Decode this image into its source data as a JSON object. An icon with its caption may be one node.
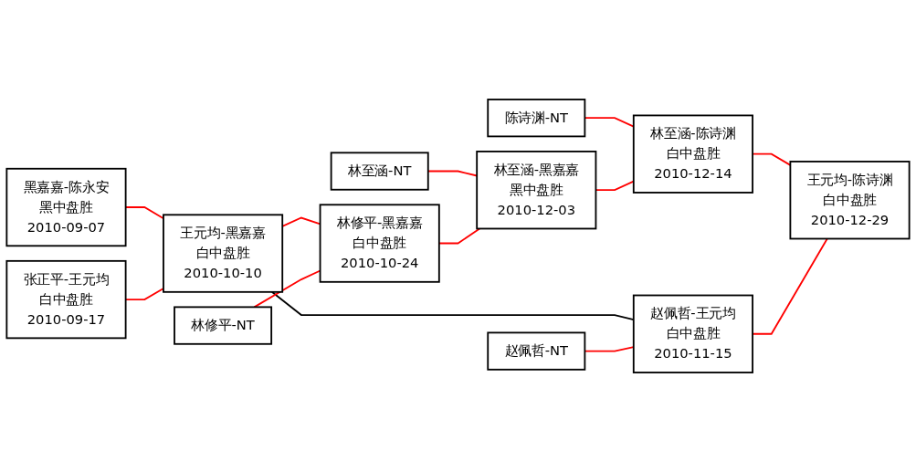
{
  "diagram": {
    "nodes": [
      {
        "text": [
          "黑嘉嘉-陈永安",
          "黑中盘胜",
          "2010-09-07"
        ]
      },
      {
        "text": [
          "张正平-王元均",
          "白中盘胜",
          "2010-09-17"
        ]
      },
      {
        "text": [
          "王元均-黑嘉嘉",
          "白中盘胜",
          "2010-10-10"
        ]
      },
      {
        "text": [
          "林修平-NT"
        ]
      },
      {
        "text": [
          "林至涵-NT"
        ]
      },
      {
        "text": [
          "林修平-黑嘉嘉",
          "白中盘胜",
          "2010-10-24"
        ]
      },
      {
        "text": [
          "陈诗渊-NT"
        ]
      },
      {
        "text": [
          "林至涵-黑嘉嘉",
          "黑中盘胜",
          "2010-12-03"
        ]
      },
      {
        "text": [
          "赵佩哲-NT"
        ]
      },
      {
        "text": [
          "林至涵-陈诗渊",
          "白中盘胜",
          "2010-12-14"
        ]
      },
      {
        "text": [
          "赵佩哲-王元均",
          "白中盘胜",
          "2010-11-15"
        ]
      },
      {
        "text": [
          "王元均-陈诗渊",
          "白中盘胜",
          "2010-12-29"
        ]
      }
    ],
    "edges": [
      {
        "from": 0,
        "to": 2,
        "arrow": "none"
      },
      {
        "from": 1,
        "to": 2,
        "arrow": "none"
      },
      {
        "from": 2,
        "to": 5,
        "arrow": "none"
      },
      {
        "from": 2,
        "to": 10,
        "arrow": "none",
        "color": "#000000"
      },
      {
        "from": 3,
        "to": 5,
        "arrow": "none"
      },
      {
        "from": 4,
        "to": 7,
        "arrow": "none"
      },
      {
        "from": 5,
        "to": 7,
        "arrow": "none"
      },
      {
        "from": 6,
        "to": 9,
        "arrow": "none"
      },
      {
        "from": 7,
        "to": 9,
        "arrow": "none"
      },
      {
        "from": 8,
        "to": 10,
        "arrow": "none"
      },
      {
        "from": 9,
        "to": 11,
        "arrow": "none"
      },
      {
        "from": 10,
        "to": 11,
        "arrow": "none"
      }
    ]
  }
}
